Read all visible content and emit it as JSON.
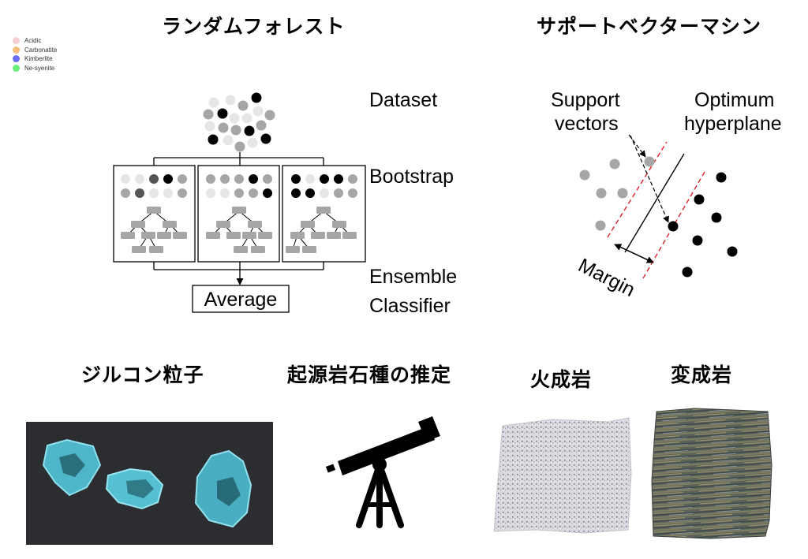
{
  "titles": {
    "random_forest": "ランダムフォレスト",
    "svm": "サポートベクターマシン",
    "zircon": "ジルコン粒子",
    "origin_estimation": "起源岩石種の推定",
    "igneous": "火成岩",
    "metamorphic": "変成岩"
  },
  "legend": {
    "items": [
      {
        "label": "Acidic",
        "color": "#f4cfd1"
      },
      {
        "label": "Carbonatite",
        "color": "#f5be7d"
      },
      {
        "label": "Kimberlite",
        "color": "#6b6cf4"
      },
      {
        "label": "Ne-syenite",
        "color": "#6bf07a"
      }
    ]
  },
  "random_forest": {
    "dataset_label": "Dataset",
    "bootstrap_label": "Bootstrap",
    "ensemble_label_1": "Ensemble",
    "ensemble_label_2": "Classifier",
    "average_label": "Average",
    "colors": {
      "light": "#e6e6e6",
      "mid": "#a6a6a6",
      "dark": "#555555",
      "black": "#000000",
      "node": "#a6a6a6"
    }
  },
  "svm": {
    "support_label_1": "Support",
    "support_label_2": "vectors",
    "optimum_label_1": "Optimum",
    "optimum_label_2": "hyperplane",
    "margin_label": "Margin",
    "margin_color": "#e0202a"
  }
}
